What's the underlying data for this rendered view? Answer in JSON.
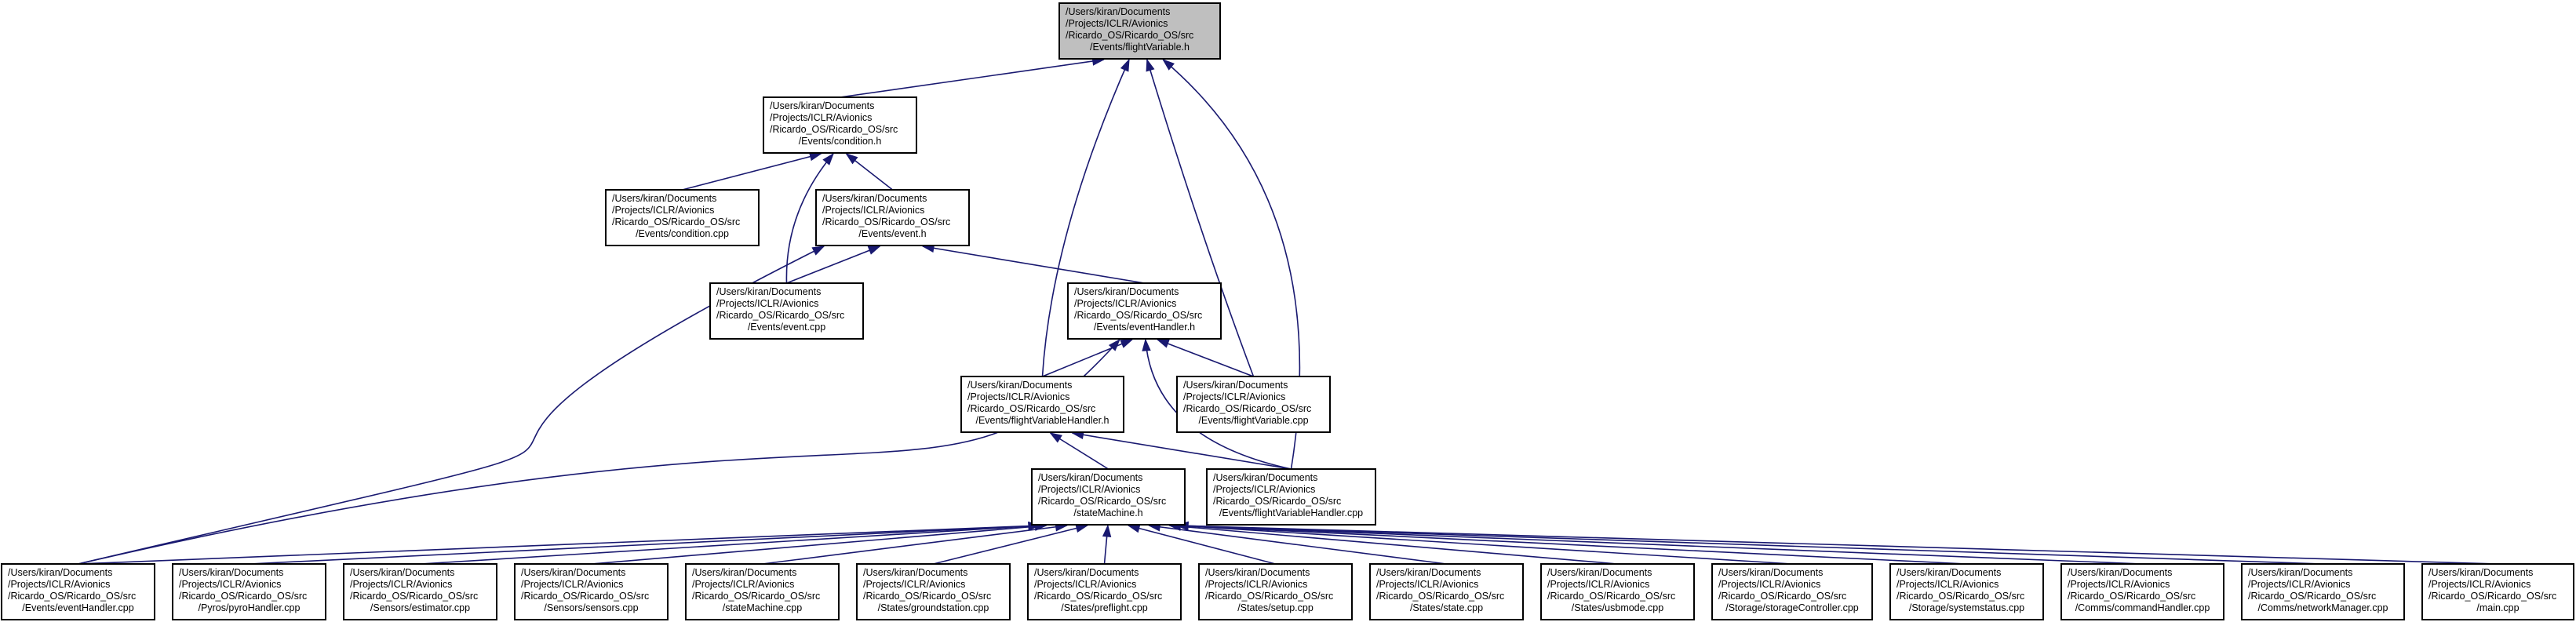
{
  "diagram": {
    "type": "include-dependency-graph",
    "nodes": [
      {
        "id": "flightVariable_h",
        "highlighted": true,
        "lines": [
          "/Users/kiran/Documents",
          "/Projects/ICLR/Avionics",
          "/Ricardo_OS/Ricardo_OS/src",
          "/Events/flightVariable.h"
        ]
      },
      {
        "id": "condition_h",
        "lines": [
          "/Users/kiran/Documents",
          "/Projects/ICLR/Avionics",
          "/Ricardo_OS/Ricardo_OS/src",
          "/Events/condition.h"
        ]
      },
      {
        "id": "condition_cpp",
        "lines": [
          "/Users/kiran/Documents",
          "/Projects/ICLR/Avionics",
          "/Ricardo_OS/Ricardo_OS/src",
          "/Events/condition.cpp"
        ]
      },
      {
        "id": "event_h",
        "lines": [
          "/Users/kiran/Documents",
          "/Projects/ICLR/Avionics",
          "/Ricardo_OS/Ricardo_OS/src",
          "/Events/event.h"
        ]
      },
      {
        "id": "event_cpp",
        "lines": [
          "/Users/kiran/Documents",
          "/Projects/ICLR/Avionics",
          "/Ricardo_OS/Ricardo_OS/src",
          "/Events/event.cpp"
        ]
      },
      {
        "id": "eventHandler_h",
        "lines": [
          "/Users/kiran/Documents",
          "/Projects/ICLR/Avionics",
          "/Ricardo_OS/Ricardo_OS/src",
          "/Events/eventHandler.h"
        ]
      },
      {
        "id": "flightVariableHandler_h",
        "lines": [
          "/Users/kiran/Documents",
          "/Projects/ICLR/Avionics",
          "/Ricardo_OS/Ricardo_OS/src",
          "/Events/flightVariableHandler.h"
        ]
      },
      {
        "id": "flightVariable_cpp",
        "lines": [
          "/Users/kiran/Documents",
          "/Projects/ICLR/Avionics",
          "/Ricardo_OS/Ricardo_OS/src",
          "/Events/flightVariable.cpp"
        ]
      },
      {
        "id": "stateMachine_h",
        "lines": [
          "/Users/kiran/Documents",
          "/Projects/ICLR/Avionics",
          "/Ricardo_OS/Ricardo_OS/src",
          "/stateMachine.h"
        ]
      },
      {
        "id": "flightVariableHandler_cpp",
        "lines": [
          "/Users/kiran/Documents",
          "/Projects/ICLR/Avionics",
          "/Ricardo_OS/Ricardo_OS/src",
          "/Events/flightVariableHandler.cpp"
        ]
      },
      {
        "id": "eventHandler_cpp",
        "lines": [
          "/Users/kiran/Documents",
          "/Projects/ICLR/Avionics",
          "/Ricardo_OS/Ricardo_OS/src",
          "/Events/eventHandler.cpp"
        ]
      },
      {
        "id": "pyroHandler_cpp",
        "lines": [
          "/Users/kiran/Documents",
          "/Projects/ICLR/Avionics",
          "/Ricardo_OS/Ricardo_OS/src",
          "/Pyros/pyroHandler.cpp"
        ]
      },
      {
        "id": "estimator_cpp",
        "lines": [
          "/Users/kiran/Documents",
          "/Projects/ICLR/Avionics",
          "/Ricardo_OS/Ricardo_OS/src",
          "/Sensors/estimator.cpp"
        ]
      },
      {
        "id": "sensors_cpp",
        "lines": [
          "/Users/kiran/Documents",
          "/Projects/ICLR/Avionics",
          "/Ricardo_OS/Ricardo_OS/src",
          "/Sensors/sensors.cpp"
        ]
      },
      {
        "id": "stateMachine_cpp",
        "lines": [
          "/Users/kiran/Documents",
          "/Projects/ICLR/Avionics",
          "/Ricardo_OS/Ricardo_OS/src",
          "/stateMachine.cpp"
        ]
      },
      {
        "id": "groundstation_cpp",
        "lines": [
          "/Users/kiran/Documents",
          "/Projects/ICLR/Avionics",
          "/Ricardo_OS/Ricardo_OS/src",
          "/States/groundstation.cpp"
        ]
      },
      {
        "id": "preflight_cpp",
        "lines": [
          "/Users/kiran/Documents",
          "/Projects/ICLR/Avionics",
          "/Ricardo_OS/Ricardo_OS/src",
          "/States/preflight.cpp"
        ]
      },
      {
        "id": "setup_cpp",
        "lines": [
          "/Users/kiran/Documents",
          "/Projects/ICLR/Avionics",
          "/Ricardo_OS/Ricardo_OS/src",
          "/States/setup.cpp"
        ]
      },
      {
        "id": "state_cpp",
        "lines": [
          "/Users/kiran/Documents",
          "/Projects/ICLR/Avionics",
          "/Ricardo_OS/Ricardo_OS/src",
          "/States/state.cpp"
        ]
      },
      {
        "id": "usbmode_cpp",
        "lines": [
          "/Users/kiran/Documents",
          "/Projects/ICLR/Avionics",
          "/Ricardo_OS/Ricardo_OS/src",
          "/States/usbmode.cpp"
        ]
      },
      {
        "id": "storageController_cpp",
        "lines": [
          "/Users/kiran/Documents",
          "/Projects/ICLR/Avionics",
          "/Ricardo_OS/Ricardo_OS/src",
          "/Storage/storageController.cpp"
        ]
      },
      {
        "id": "systemstatus_cpp",
        "lines": [
          "/Users/kiran/Documents",
          "/Projects/ICLR/Avionics",
          "/Ricardo_OS/Ricardo_OS/src",
          "/Storage/systemstatus.cpp"
        ]
      },
      {
        "id": "commandHandler_cpp",
        "lines": [
          "/Users/kiran/Documents",
          "/Projects/ICLR/Avionics",
          "/Ricardo_OS/Ricardo_OS/src",
          "/Comms/commandHandler.cpp"
        ]
      },
      {
        "id": "networkManager_cpp",
        "lines": [
          "/Users/kiran/Documents",
          "/Projects/ICLR/Avionics",
          "/Ricardo_OS/Ricardo_OS/src",
          "/Comms/networkManager.cpp"
        ]
      },
      {
        "id": "main_cpp",
        "lines": [
          "/Users/kiran/Documents",
          "/Projects/ICLR/Avionics",
          "/Ricardo_OS/Ricardo_OS/src",
          "/main.cpp"
        ]
      }
    ],
    "edges": [
      {
        "from": "condition_h",
        "to": "flightVariable_h"
      },
      {
        "from": "flightVariableHandler_h",
        "to": "flightVariable_h"
      },
      {
        "from": "flightVariable_cpp",
        "to": "flightVariable_h"
      },
      {
        "from": "flightVariableHandler_cpp",
        "to": "flightVariable_h"
      },
      {
        "from": "condition_cpp",
        "to": "condition_h"
      },
      {
        "from": "event_h",
        "to": "condition_h"
      },
      {
        "from": "event_cpp",
        "to": "condition_h"
      },
      {
        "from": "event_cpp",
        "to": "event_h"
      },
      {
        "from": "eventHandler_h",
        "to": "event_h"
      },
      {
        "from": "eventHandler_cpp",
        "to": "event_h"
      },
      {
        "from": "flightVariableHandler_h",
        "to": "eventHandler_h"
      },
      {
        "from": "flightVariable_cpp",
        "to": "eventHandler_h"
      },
      {
        "from": "flightVariableHandler_cpp",
        "to": "eventHandler_h"
      },
      {
        "from": "eventHandler_cpp",
        "to": "eventHandler_h"
      },
      {
        "from": "stateMachine_h",
        "to": "flightVariableHandler_h"
      },
      {
        "from": "flightVariableHandler_cpp",
        "to": "flightVariableHandler_h"
      },
      {
        "from": "eventHandler_cpp",
        "to": "stateMachine_h"
      },
      {
        "from": "pyroHandler_cpp",
        "to": "stateMachine_h"
      },
      {
        "from": "estimator_cpp",
        "to": "stateMachine_h"
      },
      {
        "from": "sensors_cpp",
        "to": "stateMachine_h"
      },
      {
        "from": "stateMachine_cpp",
        "to": "stateMachine_h"
      },
      {
        "from": "groundstation_cpp",
        "to": "stateMachine_h"
      },
      {
        "from": "preflight_cpp",
        "to": "stateMachine_h"
      },
      {
        "from": "setup_cpp",
        "to": "stateMachine_h"
      },
      {
        "from": "state_cpp",
        "to": "stateMachine_h"
      },
      {
        "from": "usbmode_cpp",
        "to": "stateMachine_h"
      },
      {
        "from": "storageController_cpp",
        "to": "stateMachine_h"
      },
      {
        "from": "systemstatus_cpp",
        "to": "stateMachine_h"
      },
      {
        "from": "commandHandler_cpp",
        "to": "stateMachine_h"
      },
      {
        "from": "networkManager_cpp",
        "to": "stateMachine_h"
      },
      {
        "from": "main_cpp",
        "to": "stateMachine_h"
      }
    ],
    "colors": {
      "edge": "#191970",
      "node_border": "#000000",
      "node_fill": "#ffffff",
      "highlight_fill": "#bfbfbf"
    }
  }
}
